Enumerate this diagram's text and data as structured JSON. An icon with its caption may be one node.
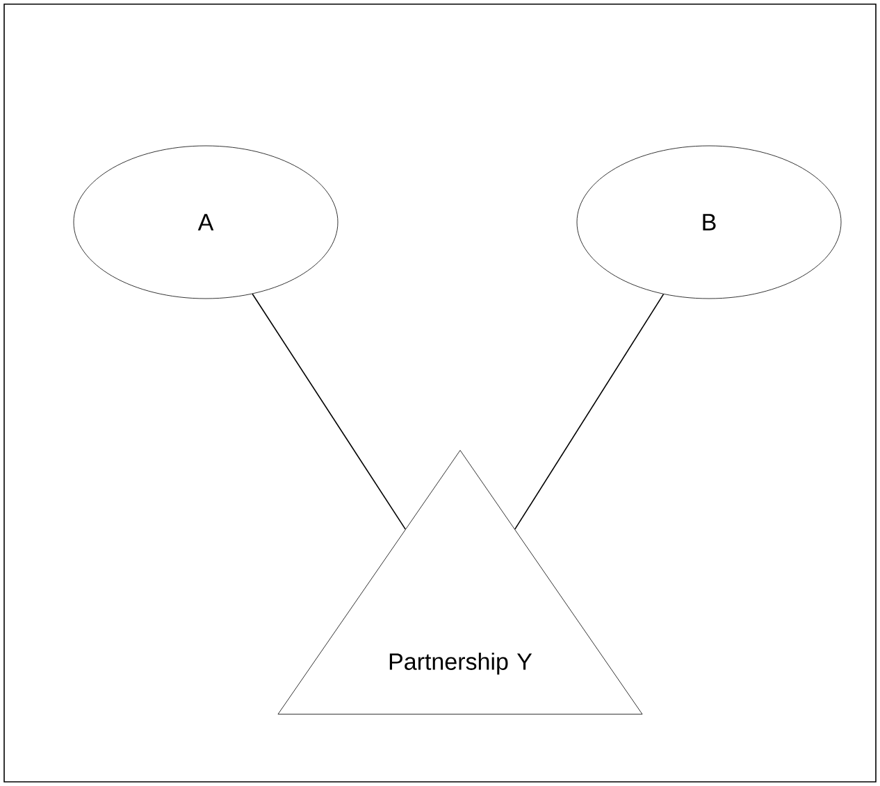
{
  "diagram": {
    "nodes": [
      {
        "text": [
          "A"
        ]
      },
      {
        "text": [
          "B"
        ]
      },
      {
        "text": [
          "Partnership Y"
        ]
      }
    ],
    "edges": [
      {
        "from": 0,
        "to": 2,
        "arrow": "none"
      },
      {
        "from": 1,
        "to": 2,
        "arrow": "none"
      }
    ]
  }
}
